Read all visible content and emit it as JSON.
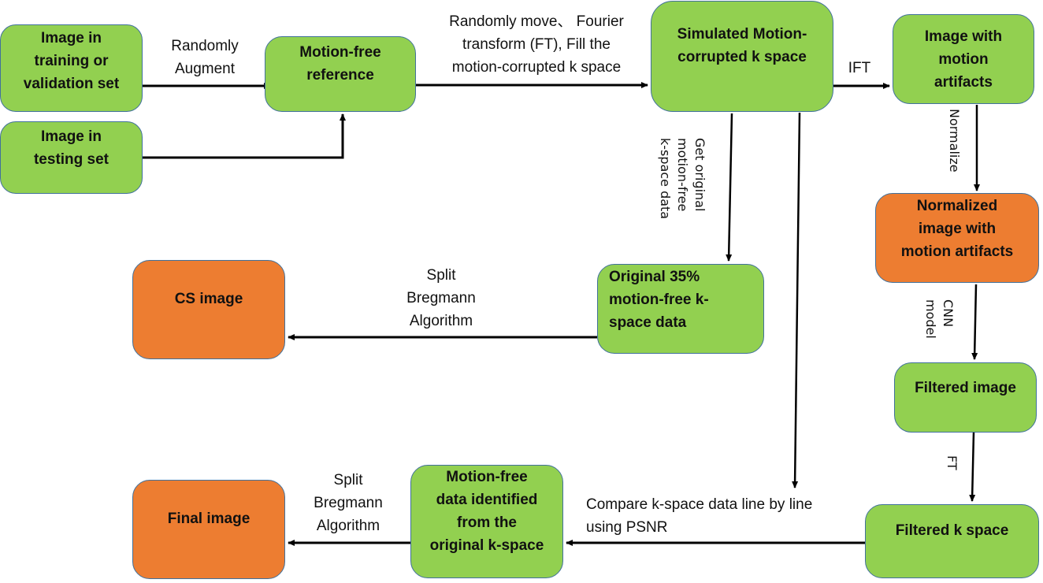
{
  "diagram": {
    "colors": {
      "process_node": "#92d050",
      "output_node": "#ed7d31",
      "node_border": "#41719c",
      "arrow": "#000000"
    },
    "nodes": {
      "train_val": {
        "lines": [
          "Image in",
          "training or",
          "validation set"
        ],
        "kind": "process"
      },
      "testing": {
        "lines": [
          "Image in",
          "testing set"
        ],
        "kind": "process"
      },
      "reference": {
        "lines": [
          "Motion-free",
          "reference"
        ],
        "kind": "process"
      },
      "simulated": {
        "lines": [
          "Simulated Motion-",
          "corrupted k space"
        ],
        "kind": "process"
      },
      "artifacts": {
        "lines": [
          "Image with",
          "motion",
          "artifacts"
        ],
        "kind": "process"
      },
      "normalized": {
        "lines": [
          "Normalized",
          "image with",
          "motion artifacts"
        ],
        "kind": "output"
      },
      "original35": {
        "lines": [
          "Original 35%",
          "motion-free k-",
          "space data"
        ],
        "kind": "process"
      },
      "cs_image": {
        "lines": [
          "CS image"
        ],
        "kind": "output"
      },
      "filtered_image": {
        "lines": [
          "Filtered image"
        ],
        "kind": "process"
      },
      "filtered_k": {
        "lines": [
          "Filtered k space"
        ],
        "kind": "process"
      },
      "motion_free_data": {
        "lines": [
          "Motion-free",
          "data identified",
          "from the",
          "original k-space"
        ],
        "kind": "process"
      },
      "final_image": {
        "lines": [
          "Final image"
        ],
        "kind": "output"
      }
    },
    "edge_labels": {
      "augment": [
        "Randomly",
        "Augment"
      ],
      "move_ft": [
        "Randomly move、 Fourier",
        "transform (FT), Fill the",
        "motion-corrupted k space"
      ],
      "ift": [
        "IFT"
      ],
      "normalize": [
        "Normalize"
      ],
      "get_original": [
        "Get original",
        "motion-free",
        "k-space data"
      ],
      "cnn": [
        "CNN",
        "model"
      ],
      "ft": [
        "FT"
      ],
      "split_bregmann_cs": [
        "Split",
        "Bregmann",
        "Algorithm"
      ],
      "compare": [
        "Compare k-space data line by line",
        "using PSNR"
      ],
      "split_bregmann_final": [
        "Split",
        "Bregmann",
        "Algorithm"
      ]
    },
    "edges": [
      {
        "from": "train_val",
        "to": "reference"
      },
      {
        "from": "testing",
        "to": "reference"
      },
      {
        "from": "reference",
        "to": "simulated"
      },
      {
        "from": "simulated",
        "to": "artifacts"
      },
      {
        "from": "artifacts",
        "to": "normalized"
      },
      {
        "from": "normalized",
        "to": "filtered_image"
      },
      {
        "from": "filtered_image",
        "to": "filtered_k"
      },
      {
        "from": "simulated",
        "to": "original35"
      },
      {
        "from": "original35",
        "to": "cs_image"
      },
      {
        "from": "simulated",
        "to": "compare_junction"
      },
      {
        "from": "filtered_k",
        "to": "motion_free_data"
      },
      {
        "from": "motion_free_data",
        "to": "final_image"
      }
    ]
  }
}
